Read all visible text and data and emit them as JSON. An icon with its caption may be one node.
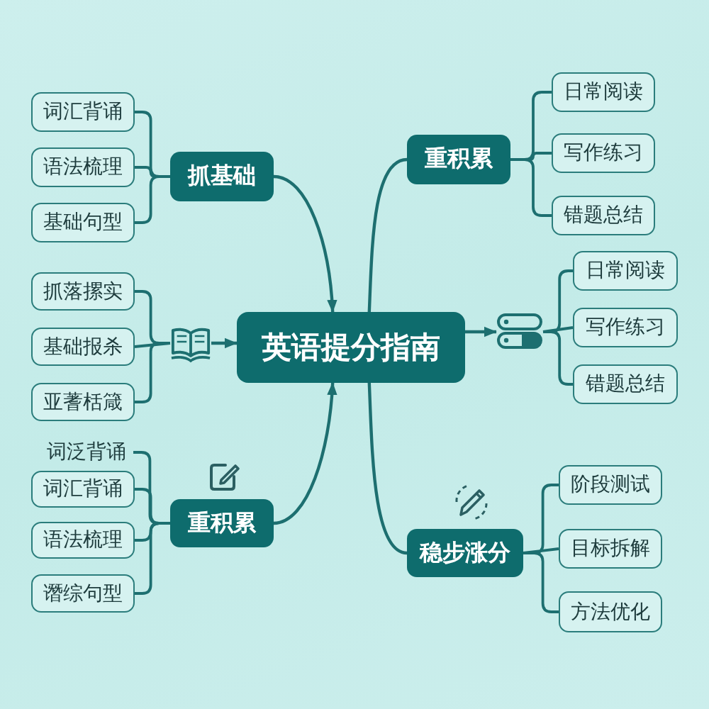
{
  "diagram": {
    "nodes": [
      {
        "text": [
          "英语提分指南"
        ]
      },
      {
        "text": [
          "抓基础"
        ]
      },
      {
        "text": [
          "词汇背诵"
        ]
      },
      {
        "text": [
          "语法梳理"
        ]
      },
      {
        "text": [
          "基础句型"
        ]
      },
      {
        "text": [
          "重积累"
        ]
      },
      {
        "text": [
          "日常阅读"
        ]
      },
      {
        "text": [
          "写作练习"
        ]
      },
      {
        "text": [
          "错题总结"
        ]
      },
      {
        "text": [],
        "shape": "picture"
      },
      {
        "text": [
          "抓落摞实"
        ]
      },
      {
        "text": [
          "基础报杀"
        ]
      },
      {
        "text": [
          "亚蓍栝箴"
        ]
      },
      {
        "text": [],
        "shape": "picture"
      },
      {
        "text": [
          "日常阅读"
        ]
      },
      {
        "text": [
          "写作练习"
        ]
      },
      {
        "text": [
          "错题总结"
        ]
      },
      {
        "text": [
          "重积累"
        ]
      },
      {
        "text": [
          "词泛背诵"
        ]
      },
      {
        "text": [
          "词汇背诵"
        ]
      },
      {
        "text": [
          "语法梳理"
        ]
      },
      {
        "text": [
          "谮综句型"
        ]
      },
      {
        "text": [
          "稳步涨分"
        ]
      },
      {
        "text": [
          "阶段测试"
        ]
      },
      {
        "text": [
          "目标拆解"
        ]
      },
      {
        "text": [
          "方法优化"
        ]
      }
    ],
    "edges": [
      {
        "from": 1,
        "to": 0,
        "arrow": "to"
      },
      {
        "from": 2,
        "to": 1,
        "arrow": "none"
      },
      {
        "from": 3,
        "to": 1,
        "arrow": "none"
      },
      {
        "from": 4,
        "to": 1,
        "arrow": "none"
      },
      {
        "from": 0,
        "to": 5,
        "arrow": "none"
      },
      {
        "from": 5,
        "to": 6,
        "arrow": "none"
      },
      {
        "from": 5,
        "to": 7,
        "arrow": "none"
      },
      {
        "from": 5,
        "to": 8,
        "arrow": "none"
      },
      {
        "from": 10,
        "to": 9,
        "arrow": "none"
      },
      {
        "from": 11,
        "to": 9,
        "arrow": "none"
      },
      {
        "from": 12,
        "to": 9,
        "arrow": "none"
      },
      {
        "from": 9,
        "to": 0,
        "arrow": "to"
      },
      {
        "from": 0,
        "to": 13,
        "arrow": "to"
      },
      {
        "from": 13,
        "to": 14,
        "arrow": "none"
      },
      {
        "from": 13,
        "to": 15,
        "arrow": "none"
      },
      {
        "from": 13,
        "to": 16,
        "arrow": "none"
      },
      {
        "from": 17,
        "to": 0,
        "arrow": "to"
      },
      {
        "from": 18,
        "to": 17,
        "arrow": "none"
      },
      {
        "from": 19,
        "to": 17,
        "arrow": "none"
      },
      {
        "from": 20,
        "to": 17,
        "arrow": "none"
      },
      {
        "from": 21,
        "to": 17,
        "arrow": "none"
      },
      {
        "from": 0,
        "to": 22,
        "arrow": "none"
      },
      {
        "from": 22,
        "to": 23,
        "arrow": "none"
      },
      {
        "from": 22,
        "to": 24,
        "arrow": "none"
      },
      {
        "from": 22,
        "to": 25,
        "arrow": "none"
      }
    ]
  }
}
